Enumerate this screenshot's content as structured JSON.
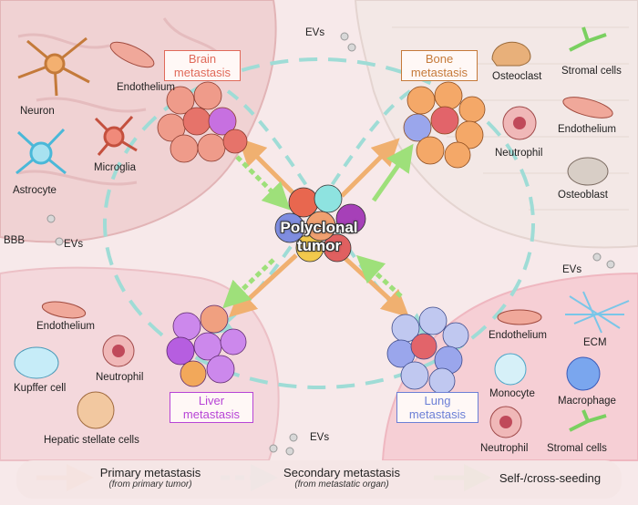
{
  "center_label": "Polyclonal tumor",
  "organs": {
    "brain": {
      "label": "Brain metastasis",
      "color": "#e06a5a"
    },
    "bone": {
      "label": "Bone metastasis",
      "color": "#c57a3a"
    },
    "liver": {
      "label": "Liver metastasis",
      "color": "#b744d6"
    },
    "lung": {
      "label": "Lung metastasis",
      "color": "#6b7fd6"
    }
  },
  "cells": {
    "brain": [
      "Neuron",
      "Endothelium",
      "Microglia",
      "Astrocyte",
      "BBB",
      "EVs"
    ],
    "bone": [
      "Osteoclast",
      "Stromal cells",
      "Endothelium",
      "Neutrophil",
      "Osteoblast"
    ],
    "liver": [
      "Endothelium",
      "Neutrophil",
      "Kupffer cell",
      "Hepatic stellate cells"
    ],
    "lung": [
      "Endothelium",
      "ECM",
      "Monocyte",
      "Macrophage",
      "Neutrophil",
      "Stromal cells"
    ],
    "evs_top": "EVs",
    "evs_bottom": "EVs",
    "evs_lung": "EVs"
  },
  "legend": [
    {
      "label": "Primary metastasis",
      "sub": "(from primary tumor)",
      "color": "#f0b070"
    },
    {
      "label": "Secondary metastasis",
      "sub": "(from metastatic organ)",
      "color": "#9fdcd6"
    },
    {
      "label": "Self-/cross-seeding",
      "sub": "",
      "color": "#9ee07a"
    }
  ]
}
